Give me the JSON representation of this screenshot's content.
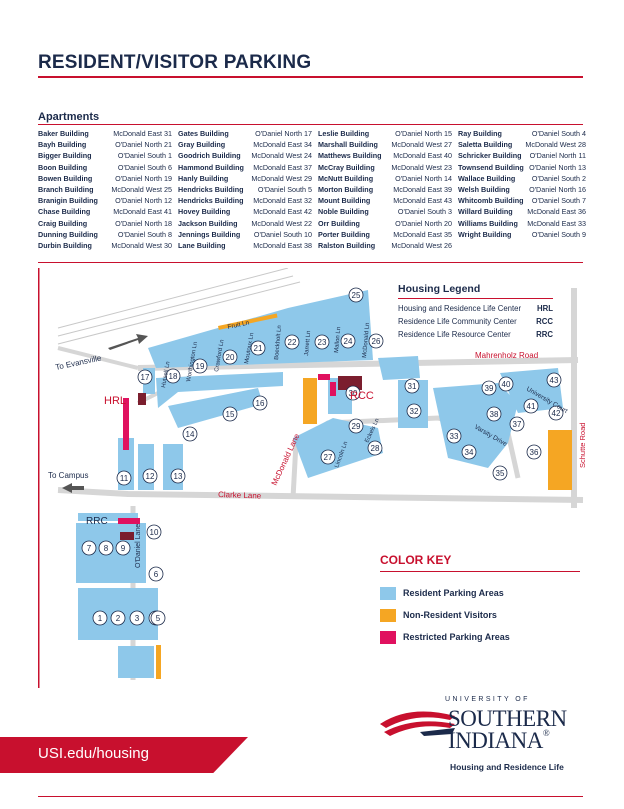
{
  "title": "RESIDENT/VISITOR PARKING",
  "apartments": {
    "heading": "Apartments",
    "columns": [
      [
        {
          "name": "Baker Building",
          "loc": "McDonald East 31"
        },
        {
          "name": "Bayh Building",
          "loc": "O'Daniel North 21"
        },
        {
          "name": "Bigger Building",
          "loc": "O'Daniel South 1"
        },
        {
          "name": "Boon Building",
          "loc": "O'Daniel South 6"
        },
        {
          "name": "Bowen Building",
          "loc": "O'Daniel North 19"
        },
        {
          "name": "Branch Building",
          "loc": "McDonald West 25"
        },
        {
          "name": "Branigin Building",
          "loc": "O'Daniel North 12"
        },
        {
          "name": "Chase Building",
          "loc": "McDonald East 41"
        },
        {
          "name": "Craig Building",
          "loc": "O'Daniel North 18"
        },
        {
          "name": "Dunning Building",
          "loc": "O'Daniel South 8"
        },
        {
          "name": "Durbin Building",
          "loc": "McDonald West 30"
        }
      ],
      [
        {
          "name": "Gates Building",
          "loc": "O'Daniel North 17"
        },
        {
          "name": "Gray Building",
          "loc": "McDonald East 34"
        },
        {
          "name": "Goodrich Building",
          "loc": "McDonald West 24"
        },
        {
          "name": "Hammond Building",
          "loc": "McDonald East 37"
        },
        {
          "name": "Hanly Building",
          "loc": "McDonald West 29"
        },
        {
          "name": "Hendricks Building",
          "loc": "O'Daniel South 5"
        },
        {
          "name": "Hendricks Building",
          "loc": "McDonald East 32"
        },
        {
          "name": "Hovey Building",
          "loc": "McDonald East 42"
        },
        {
          "name": "Jackson Building",
          "loc": "McDonald West 22"
        },
        {
          "name": "Jennings Building",
          "loc": "O'Daniel South 10"
        },
        {
          "name": "Lane Building",
          "loc": "McDonald East 38"
        }
      ],
      [
        {
          "name": "Leslie Building",
          "loc": "O'Daniel North 15"
        },
        {
          "name": "Marshall Building",
          "loc": "McDonald West 27"
        },
        {
          "name": "Matthews Building",
          "loc": "McDonald East 40"
        },
        {
          "name": "McCray Building",
          "loc": "McDonald West 23"
        },
        {
          "name": "McNutt Building",
          "loc": "O'Daniel North 14"
        },
        {
          "name": "Morton Building",
          "loc": "McDonald East 39"
        },
        {
          "name": "Mount Building",
          "loc": "McDonald East 43"
        },
        {
          "name": "Noble Building",
          "loc": "O'Daniel South 3"
        },
        {
          "name": "Orr Building",
          "loc": "O'Daniel North 20"
        },
        {
          "name": "Porter Building",
          "loc": "McDonald East 35"
        },
        {
          "name": "Ralston Building",
          "loc": "McDonald West 26"
        }
      ],
      [
        {
          "name": "Ray Building",
          "loc": "O'Daniel South 4"
        },
        {
          "name": "Saletta Building",
          "loc": "McDonald West 28"
        },
        {
          "name": "Schricker Building",
          "loc": "O'Daniel North 11"
        },
        {
          "name": "Townsend Building",
          "loc": "O'Daniel North 13"
        },
        {
          "name": "Wallace Building",
          "loc": "O'Daniel South 2"
        },
        {
          "name": "Welsh Building",
          "loc": "O'Daniel North 16"
        },
        {
          "name": "Whitcomb Building",
          "loc": "O'Daniel South 7"
        },
        {
          "name": "Willard Building",
          "loc": "McDonald East 36"
        },
        {
          "name": "Williams Building",
          "loc": "McDonald East 33"
        },
        {
          "name": "Wright Building",
          "loc": "O'Daniel South 9"
        }
      ]
    ]
  },
  "map": {
    "roads": {
      "to_evansville": "To Evansville",
      "to_campus": "To Campus",
      "mahrenholz": "Mahrenholz Road",
      "clarke": "Clarke Lane",
      "mcdonald": "McDonald Lane",
      "schutte": "Schutte Road",
      "odaniel": "O'Daniel Lane",
      "fruit": "Fruit Ln",
      "varsity": "Varsity Drive",
      "university": "University Court",
      "streets": [
        "Hutsell Ln",
        "Worthington Ln",
        "Crawford Ln",
        "Moutoux Ln",
        "Boeckholt Ln",
        "Jarrett Ln",
        "Mallon Ln",
        "McDonald Ln",
        "Lincoln Ln",
        "Eckels Ln"
      ]
    },
    "markers": {
      "hrl": "HRL",
      "rcc": "RCC",
      "rrc": "RRC"
    },
    "buildings": [
      "1",
      "2",
      "3",
      "4",
      "5",
      "6",
      "7",
      "8",
      "9",
      "10",
      "11",
      "12",
      "13",
      "14",
      "15",
      "16",
      "17",
      "18",
      "19",
      "20",
      "21",
      "22",
      "23",
      "24",
      "25",
      "26",
      "27",
      "28",
      "29",
      "30",
      "31",
      "32",
      "33",
      "34",
      "35",
      "36",
      "37",
      "38",
      "39",
      "40",
      "41",
      "42",
      "43"
    ]
  },
  "housing_legend": {
    "title": "Housing Legend",
    "rows": [
      {
        "label": "Housing and Residence Life Center",
        "code": "HRL"
      },
      {
        "label": "Residence Life Community Center",
        "code": "RCC"
      },
      {
        "label": "Residence Life Resource Center",
        "code": "RRC"
      }
    ]
  },
  "color_key": {
    "title": "COLOR KEY",
    "items": [
      {
        "label": "Resident Parking Areas",
        "color": "#8ec8ea"
      },
      {
        "label": "Non-Resident Visitors",
        "color": "#f5a623"
      },
      {
        "label": "Restricted Parking Areas",
        "color": "#e0115f"
      }
    ]
  },
  "footer": {
    "url": "USI.edu/housing"
  },
  "logo": {
    "line1": "UNIVERSITY OF",
    "line2": "SOUTHERN",
    "line3": "INDIANA",
    "reg": "®",
    "sub": "Housing and Residence Life"
  },
  "colors": {
    "navy": "#1b2a4a",
    "red": "#c8102e",
    "lot": "#8ec8ea",
    "visitor": "#f5a623",
    "restricted": "#e0115f"
  }
}
